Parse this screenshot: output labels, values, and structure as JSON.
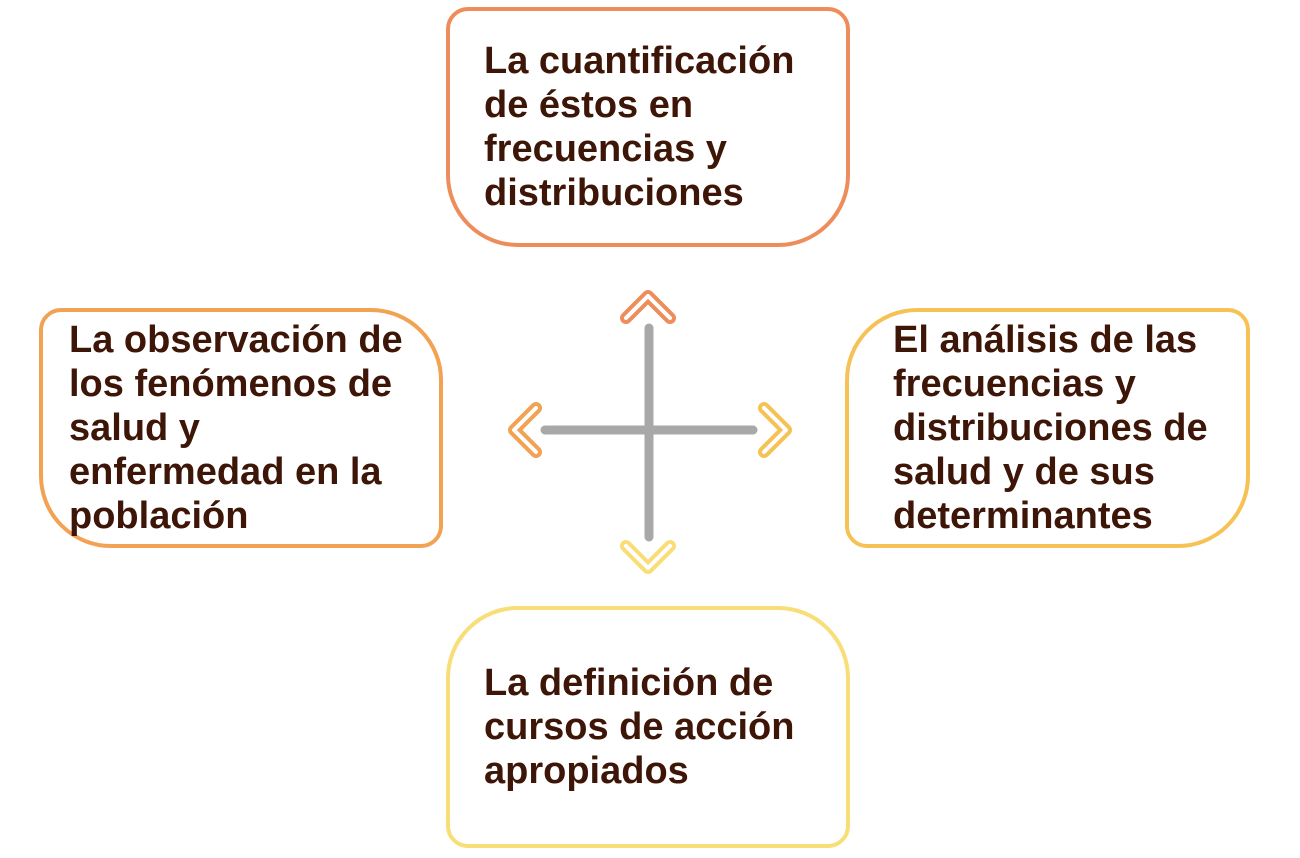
{
  "boxes": {
    "top": "La cuantificación de éstos en frecuencias y distribuciones",
    "left": "La observación de los fenómenos de salud y enfermedad en la población",
    "right": "El análisis de las frecuencias y distribuciones de salud y de sus determinantes",
    "bottom": "La definición de cursos de acción apropiados"
  },
  "colors": {
    "text": "#3d1608",
    "top_border": "#ee8d5c",
    "left_border": "#f2a253",
    "right_border": "#f6c255",
    "bottom_border": "#f9dd77",
    "cross_lines": "#a8a8a8"
  }
}
